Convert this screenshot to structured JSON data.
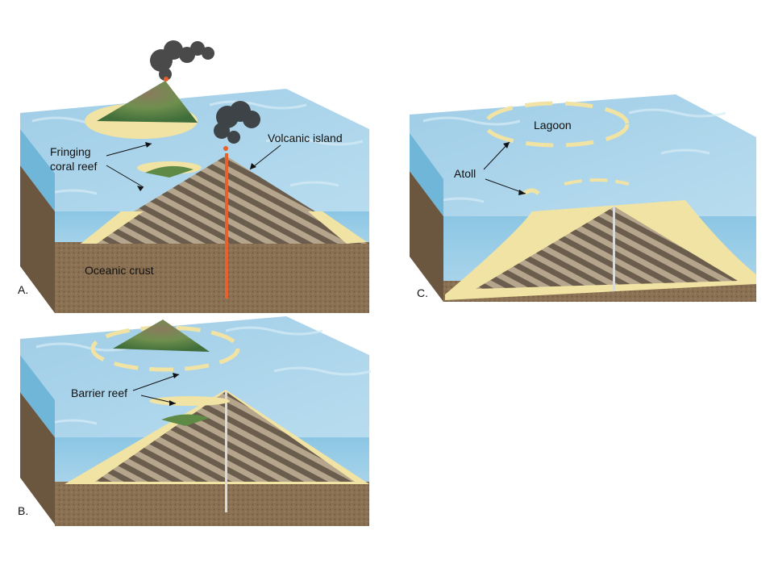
{
  "panels": [
    {
      "id": "A",
      "letter": "A.",
      "labels": {
        "fringing_line1": "Fringing",
        "fringing_line2": "coral reef",
        "volcanic_island": "Volcanic island",
        "oceanic_crust": "Oceanic crust"
      }
    },
    {
      "id": "B",
      "letter": "B.",
      "labels": {
        "barrier_reef": "Barrier reef"
      }
    },
    {
      "id": "C",
      "letter": "C.",
      "labels": {
        "lagoon": "Lagoon",
        "atoll": "Atoll"
      }
    }
  ],
  "colors": {
    "water_top": "#a9d3ea",
    "water_front": "#8ec8e6",
    "water_side": "#6fb6d8",
    "crust": "#8a7153",
    "crust_dark": "#6b5640",
    "reef_sand": "#f1e3a3",
    "stripe_dark": "#6b5d4d",
    "stripe_light": "#b5a58c",
    "magma": "#e8602c",
    "smoke": "#2b2b2b",
    "island_green": "#6f8f4e"
  }
}
